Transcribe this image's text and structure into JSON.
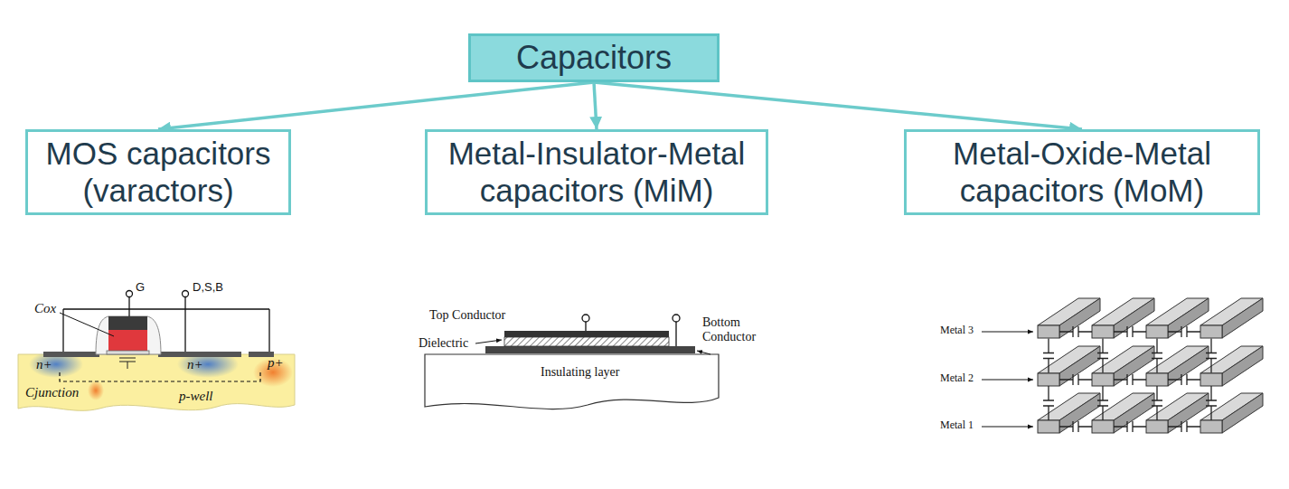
{
  "diagram": {
    "nodes": [
      {
        "text": [
          "Capacitors"
        ]
      },
      {
        "text": [
          "MOS capacitors (varactors)"
        ]
      },
      {
        "text": [
          "Metal-Insulator-Metal capacitors (MiM)"
        ]
      },
      {
        "text": [
          "Metal-Oxide-Metal capacitors (MoM)"
        ]
      }
    ],
    "edges": [
      {
        "from": 0,
        "to": 1,
        "arrow": "to"
      },
      {
        "from": 0,
        "to": 2,
        "arrow": "to"
      },
      {
        "from": 0,
        "to": 3,
        "arrow": "to"
      }
    ],
    "labels": [
      "G",
      "D,S,B",
      "Cox",
      "n+",
      "n+",
      "p+",
      "Cjunction",
      "p-well",
      "Top Conductor",
      "Dielectric",
      "Bottom Conductor",
      "Insulating layer",
      "Metal 3",
      "Metal 2",
      "Metal 1"
    ]
  }
}
